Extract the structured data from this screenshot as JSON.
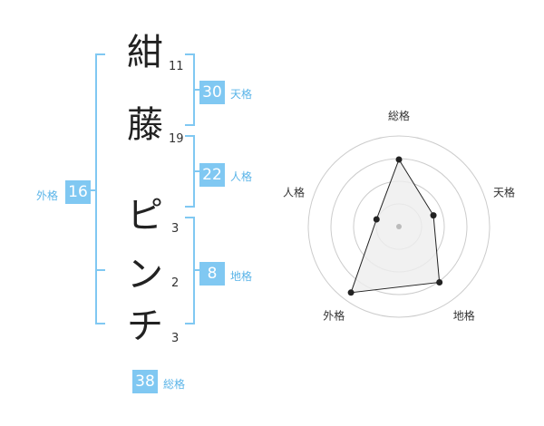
{
  "name": {
    "chars": [
      {
        "char": "紺",
        "strokes": "11"
      },
      {
        "char": "藤",
        "strokes": "19"
      },
      {
        "char": "ピ",
        "strokes": "3"
      },
      {
        "char": "ン",
        "strokes": "2"
      },
      {
        "char": "チ",
        "strokes": "3"
      }
    ]
  },
  "kakusu": {
    "tenkaku": {
      "value": "30",
      "label": "天格"
    },
    "jinkaku": {
      "value": "22",
      "label": "人格"
    },
    "chikaku": {
      "value": "8",
      "label": "地格"
    },
    "gaikaku": {
      "value": "16",
      "label": "外格"
    },
    "soukaku": {
      "value": "38",
      "label": "総格"
    }
  },
  "chart_data": {
    "type": "radar",
    "axes": [
      "総格",
      "天格",
      "地格",
      "外格",
      "人格"
    ],
    "values": [
      0.74,
      0.4,
      0.76,
      0.9,
      0.26
    ],
    "range": [
      0,
      1
    ],
    "grid_rings": 4,
    "colors": {
      "line": "#222222",
      "fill": "#eeeeee",
      "grid": "#cccccc",
      "center": "#bbbbbb"
    }
  },
  "colors": {
    "bracket": "#80c8f2",
    "badge": "#80c8f2"
  }
}
